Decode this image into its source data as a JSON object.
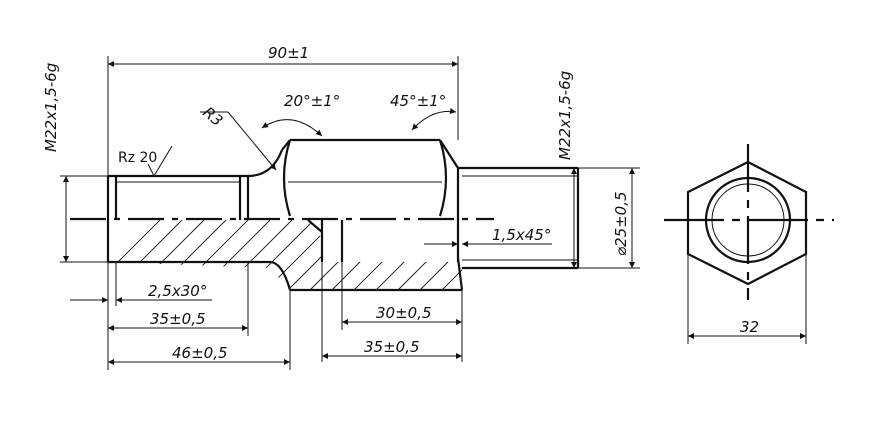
{
  "dimensions": {
    "overall_length": "90±1",
    "thread_left": "M22x1,5-6g",
    "thread_right": "M22x1,5-6g",
    "roughness": "Rz 20",
    "radius": "R3",
    "angle_left": "20°±1°",
    "angle_right": "45°±1°",
    "chamfer_left": "2,5x30°",
    "chamfer_right": "1,5x45°",
    "diameter": "⌀25±0,5",
    "len_35_left": "35±0,5",
    "len_46": "46±0,5",
    "len_30": "30±0,5",
    "len_35_right": "35±0,5",
    "hex_width": "32"
  },
  "colors": {
    "line": "#111111",
    "background": "#ffffff"
  }
}
